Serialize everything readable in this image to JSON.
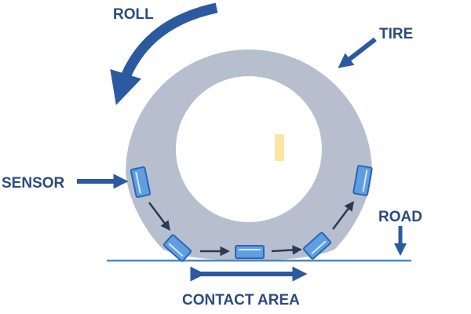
{
  "labels": {
    "roll": "ROLL",
    "tire": "TIRE",
    "sensor": "SENSOR",
    "road": "ROAD",
    "contact_area": "CONTACT AREA"
  },
  "colors": {
    "label_text": "#2b4a80",
    "arrow": "#2b5aa0",
    "tire": "#b7bfcf",
    "road": "#4a86c8",
    "sensor_fill": "#5f9fe0",
    "sensor_stroke": "#2a66b8",
    "flow_arrow": "#2a3a55",
    "inner_marker": "#fbe7a1"
  },
  "sensor_count": 5
}
